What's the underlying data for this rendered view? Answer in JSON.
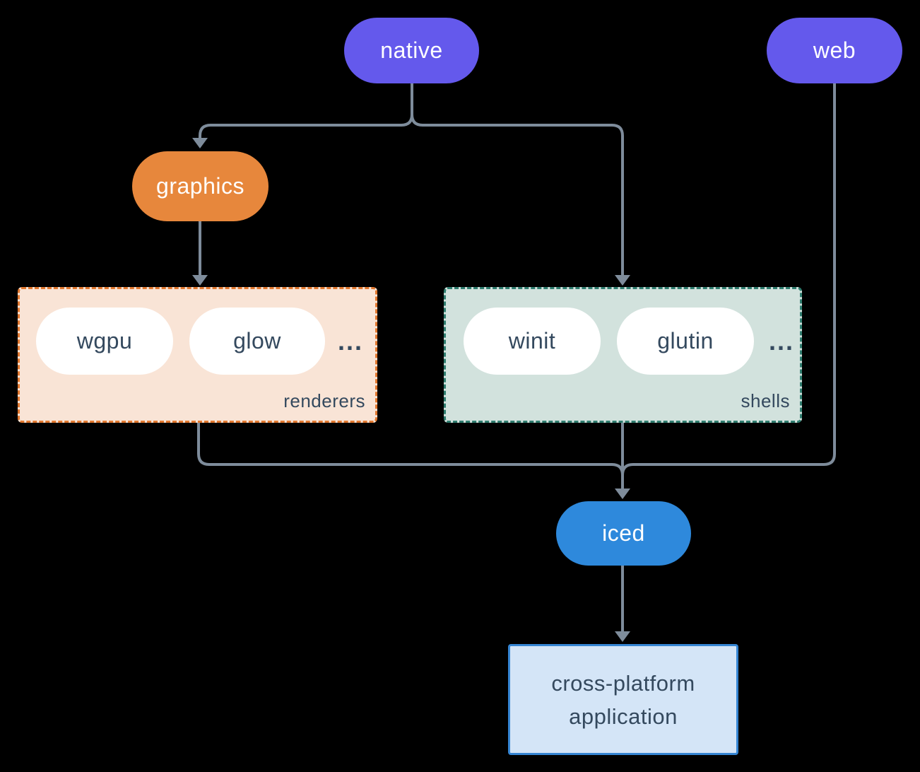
{
  "colors": {
    "background": "#000000",
    "purple": "#6459ec",
    "orange": "#e7873c",
    "blue": "#2e89dc",
    "line": "#7e8c9b",
    "navy": "#34495e",
    "peach_bg": "#f9e4d6",
    "peach_border": "#e2782f",
    "sage_bg": "#d2e2dd",
    "sage_border": "#2f7d6f",
    "app_bg": "#d4e5f7",
    "app_border": "#3585d3",
    "pill_bg": "#ffffff"
  },
  "nodes": {
    "native": {
      "label": "native"
    },
    "web": {
      "label": "web"
    },
    "graphics": {
      "label": "graphics"
    },
    "iced": {
      "label": "iced"
    },
    "application": {
      "line1": "cross-platform",
      "line2": "application"
    }
  },
  "groups": {
    "renderers": {
      "label": "renderers",
      "pills": [
        "wgpu",
        "glow"
      ],
      "more": "..."
    },
    "shells": {
      "label": "shells",
      "pills": [
        "winit",
        "glutin"
      ],
      "more": "..."
    }
  }
}
